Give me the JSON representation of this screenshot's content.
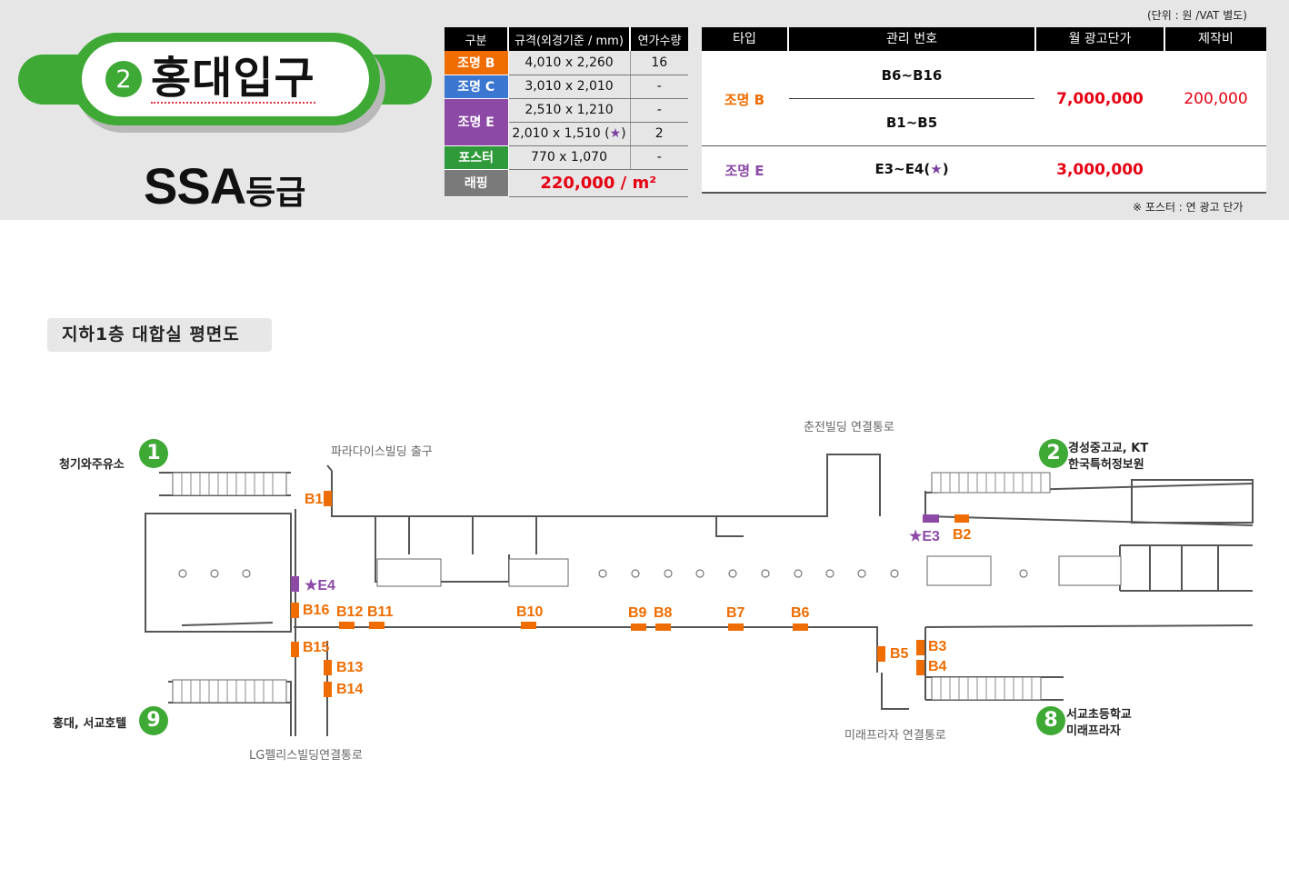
{
  "station": {
    "number": "2",
    "name": "홍대입구",
    "grade_big": "SSA",
    "grade_small": "등급"
  },
  "colors": {
    "green": "#3ea935",
    "orange": "#ef6c00",
    "blue": "#3b76d0",
    "purple": "#8c4aa6",
    "red": "#e60012"
  },
  "spec_table": {
    "headers": [
      "구분",
      "규격(외경기준 / mm)",
      "연가수량"
    ],
    "rows": [
      {
        "label": "조명 B",
        "size": "4,010 x 2,260",
        "qty": "16"
      },
      {
        "label": "조명 C",
        "size": "3,010 x 2,010",
        "qty": "-"
      },
      {
        "label": "조명 E",
        "size": "2,510 x 1,210",
        "qty": "-"
      },
      {
        "label": "",
        "size": "2,010 x 1,510 (",
        "size_star": "★",
        "size_end": ")",
        "qty": "2"
      },
      {
        "label": "포스터",
        "size": "770 x 1,070",
        "qty": "-"
      }
    ],
    "wrap": {
      "label": "래핑",
      "value": "220,000 / m²"
    }
  },
  "price_table": {
    "unit": "(단위 : 원 /VAT 별도)",
    "headers": [
      "타입",
      "관리 번호",
      "월 광고단가",
      "제작비"
    ],
    "rows": [
      {
        "type": "조명 B",
        "codes": [
          "B6~B16",
          "B1~B5"
        ],
        "price": "7,000,000",
        "cost": "200,000"
      },
      {
        "type": "조명 E",
        "code": "E3~E4(",
        "code_star": "★",
        "code_end": ")",
        "price": "3,000,000"
      }
    ],
    "note": "※ 포스터 : 연 광고 단가"
  },
  "floor_label": "지하1층 대합실 평면도",
  "exits": [
    {
      "num": "1",
      "label": "청기와주유소"
    },
    {
      "num": "2",
      "label_line1": "경성중고교, KT",
      "label_line2": "한국특허정보원"
    },
    {
      "num": "9",
      "label": "홍대, 서교호텔"
    },
    {
      "num": "8",
      "label_line1": "서교초등학교",
      "label_line2": "미래프라자"
    }
  ],
  "passages": {
    "paradise": "파라다이스빌딩 출구",
    "chunjeon": "춘전빌딩 연결통로",
    "lg": "LG펠리스빌딩연결통로",
    "mirae": "미래프라자 연결통로"
  },
  "ad_labels": {
    "B1": "B1",
    "B2": "B2",
    "B3": "B3",
    "B4": "B4",
    "B5": "B5",
    "B6": "B6",
    "B7": "B7",
    "B8": "B8",
    "B9": "B9",
    "B10": "B10",
    "B11": "B11",
    "B12": "B12",
    "B13": "B13",
    "B14": "B14",
    "B15": "B15",
    "B16": "B16",
    "E3": "★E3",
    "E4": "★E4"
  }
}
